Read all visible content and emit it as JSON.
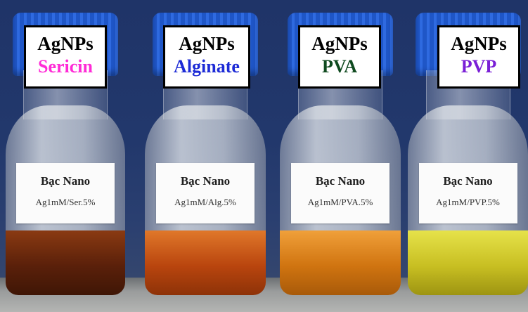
{
  "bottles": [
    {
      "tag_line1": "AgNPs",
      "tag_line2": "Sericin",
      "tag_color": "#ff2bd6",
      "sticker_title": "Bạc Nano",
      "sticker_code": "Ag1mM/Ser.5%",
      "liquid_color": "#6a2a0c"
    },
    {
      "tag_line1": "AgNPs",
      "tag_line2": "Alginate",
      "tag_color": "#1d2bd6",
      "sticker_title": "Bạc Nano",
      "sticker_code": "Ag1mM/Alg.5%",
      "liquid_color": "#c2530f"
    },
    {
      "tag_line1": "AgNPs",
      "tag_line2": "PVA",
      "tag_color": "#0f4a1f",
      "sticker_title": "Bạc Nano",
      "sticker_code": "Ag1mM/PVA.5%",
      "liquid_color": "#d27a12"
    },
    {
      "tag_line1": "AgNPs",
      "tag_line2": "PVP",
      "tag_color": "#7a1fd6",
      "sticker_title": "Bạc Nano",
      "sticker_code": "Ag1mM/PVP.5%",
      "liquid_color": "#c9c22a"
    }
  ]
}
